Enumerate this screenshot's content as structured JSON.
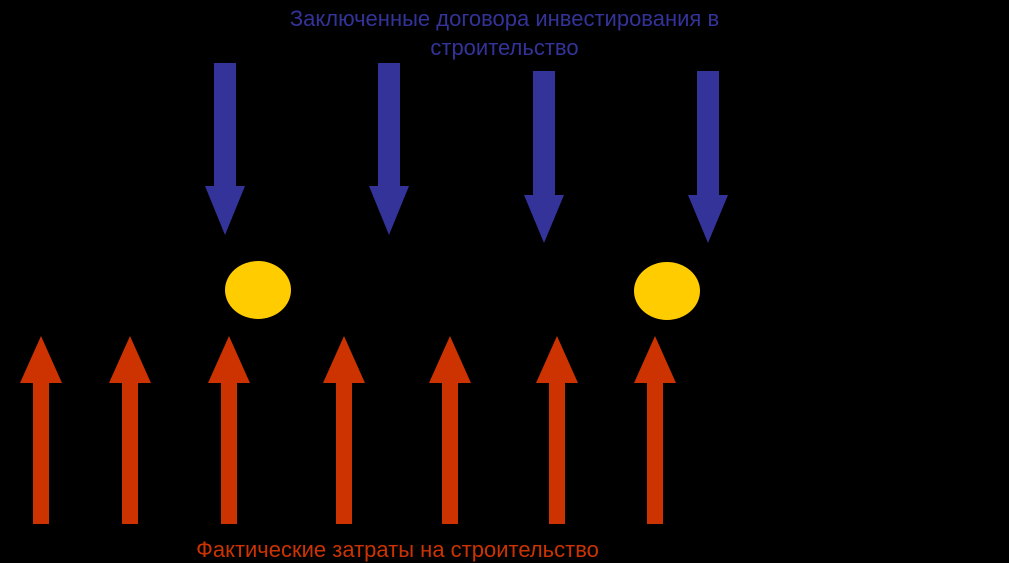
{
  "top_label": {
    "line1": "Заключенные договора инвестирования в",
    "line2": "строительство"
  },
  "bottom_label": "Фактические затраты на строительство",
  "colors": {
    "background": "#000000",
    "contract_arrow": "#333399",
    "cost_arrow": "#cc3300",
    "marker": "#ffcc00"
  }
}
